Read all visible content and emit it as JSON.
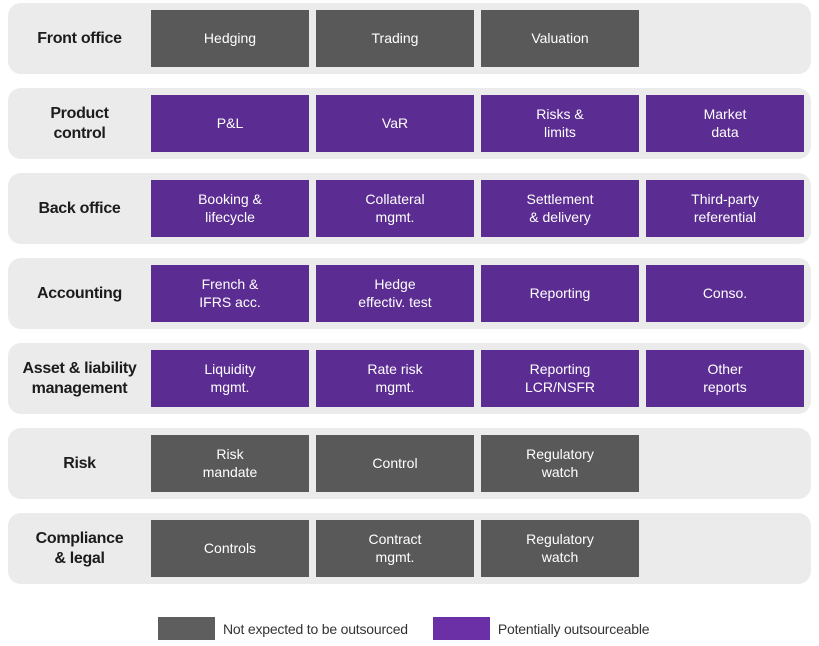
{
  "colors": {
    "box_gray": "#595959",
    "box_purple": "#5b2c91",
    "row_background": "#ebebeb",
    "legend_gray": "#5e5e5e",
    "legend_purple": "#6b2fa6",
    "box_text": "#ffffff",
    "label_text": "#1c1c1c"
  },
  "rows": [
    {
      "label": "Front office",
      "boxes": [
        {
          "label": "Hedging",
          "type": "gray"
        },
        {
          "label": "Trading",
          "type": "gray"
        },
        {
          "label": "Valuation",
          "type": "gray"
        }
      ]
    },
    {
      "label": "Product\ncontrol",
      "boxes": [
        {
          "label": "P&L",
          "type": "purple"
        },
        {
          "label": "VaR",
          "type": "purple"
        },
        {
          "label": "Risks &\nlimits",
          "type": "purple"
        },
        {
          "label": "Market\ndata",
          "type": "purple"
        }
      ]
    },
    {
      "label": "Back office",
      "boxes": [
        {
          "label": "Booking &\nlifecycle",
          "type": "purple"
        },
        {
          "label": "Collateral\nmgmt.",
          "type": "purple"
        },
        {
          "label": "Settlement\n& delivery",
          "type": "purple"
        },
        {
          "label": "Third-party\nreferential",
          "type": "purple"
        }
      ]
    },
    {
      "label": "Accounting",
      "boxes": [
        {
          "label": "French &\nIFRS acc.",
          "type": "purple"
        },
        {
          "label": "Hedge\neffectiv. test",
          "type": "purple"
        },
        {
          "label": "Reporting",
          "type": "purple"
        },
        {
          "label": "Conso.",
          "type": "purple"
        }
      ]
    },
    {
      "label": "Asset & liability\nmanagement",
      "boxes": [
        {
          "label": "Liquidity\nmgmt.",
          "type": "purple"
        },
        {
          "label": "Rate risk\nmgmt.",
          "type": "purple"
        },
        {
          "label": "Reporting\nLCR/NSFR",
          "type": "purple"
        },
        {
          "label": "Other\nreports",
          "type": "purple"
        }
      ]
    },
    {
      "label": "Risk",
      "boxes": [
        {
          "label": "Risk\nmandate",
          "type": "gray"
        },
        {
          "label": "Control",
          "type": "gray"
        },
        {
          "label": "Regulatory\nwatch",
          "type": "gray"
        }
      ]
    },
    {
      "label": "Compliance\n& legal",
      "boxes": [
        {
          "label": "Controls",
          "type": "gray"
        },
        {
          "label": "Contract\nmgmt.",
          "type": "gray"
        },
        {
          "label": "Regulatory\nwatch",
          "type": "gray"
        }
      ]
    }
  ],
  "legend": {
    "items": [
      {
        "label": "Not expected to be outsourced",
        "color": "#5e5e5e"
      },
      {
        "label": "Potentially outsourceable",
        "color": "#6b2fa6"
      }
    ]
  }
}
